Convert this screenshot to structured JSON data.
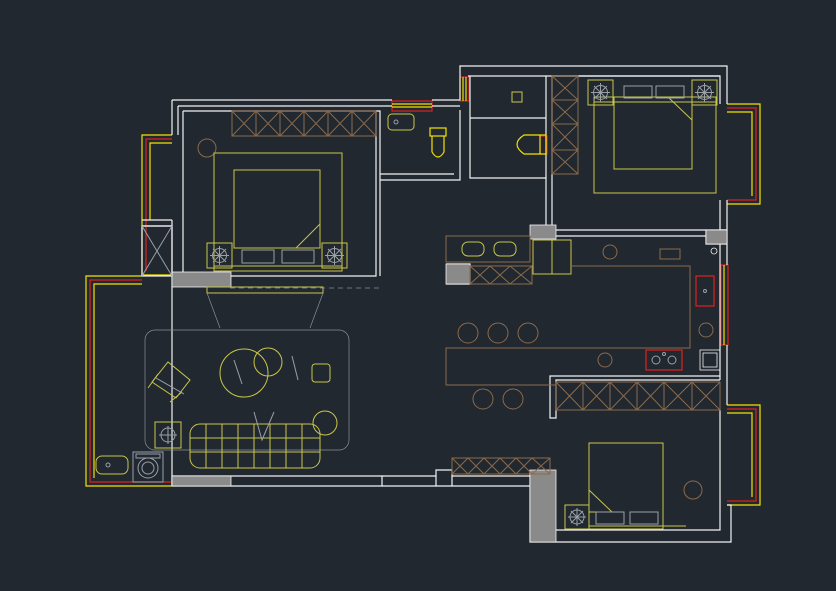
{
  "canvas": {
    "background": "#212830"
  },
  "colors": {
    "wall": "#f2f2f2",
    "furniture": "#c9c64a",
    "cabinet": "#8c6a4a",
    "fixture": "#9aa0a6",
    "window_red": "#e02020",
    "window_yellow": "#f2e200",
    "column": "#8a8a8a"
  },
  "rooms": [
    "master-bedroom-west",
    "bathroom",
    "bedroom-northeast",
    "living-room",
    "kitchen-dining",
    "bedroom-southeast",
    "balcony"
  ]
}
